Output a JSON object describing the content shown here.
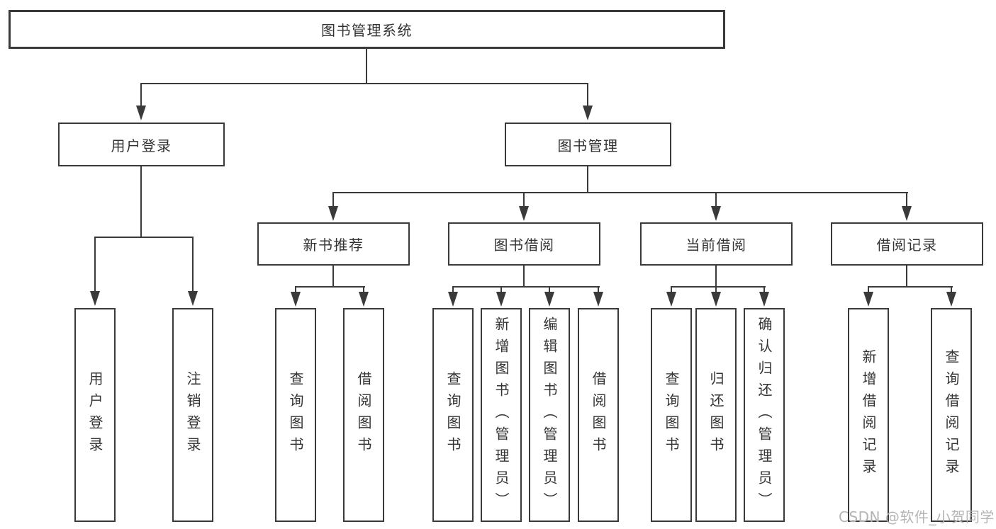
{
  "tree": {
    "root": {
      "label": "图书管理系统",
      "children": [
        {
          "label": "用户登录",
          "children": [
            {
              "label": "用户登录"
            },
            {
              "label": "注销登录"
            }
          ]
        },
        {
          "label": "图书管理",
          "children": [
            {
              "label": "新书推荐",
              "children": [
                {
                  "label": "查询图书"
                },
                {
                  "label": "借阅图书"
                }
              ]
            },
            {
              "label": "图书借阅",
              "children": [
                {
                  "label": "查询图书"
                },
                {
                  "label": "新增图书（管理员）"
                },
                {
                  "label": "编辑图书（管理员）"
                },
                {
                  "label": "借阅图书"
                }
              ]
            },
            {
              "label": "当前借阅",
              "children": [
                {
                  "label": "查询图书"
                },
                {
                  "label": "归还图书"
                },
                {
                  "label": "确认归还（管理员）"
                }
              ]
            },
            {
              "label": "借阅记录",
              "children": [
                {
                  "label": "新增借阅记录"
                },
                {
                  "label": "查询借阅记录"
                }
              ]
            }
          ]
        }
      ]
    }
  },
  "watermark": {
    "text": "CSDN @软件_小贺同学",
    "color": "#b5b5b5"
  },
  "colors": {
    "line": "#3a3a3a",
    "box_border": "#3a3a3a",
    "text": "#333333",
    "background": "#ffffff"
  }
}
